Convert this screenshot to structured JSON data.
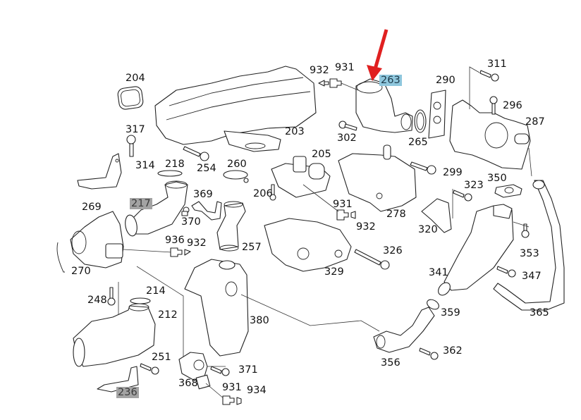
{
  "diagram": {
    "title": "EGR / intake exploded parts diagram",
    "highlight_colors": {
      "selected": "#8fc7dd",
      "marked": "#a3a3a3",
      "arrow": "#e02020"
    },
    "pointer": {
      "target_part": "263",
      "color": "#e02020"
    },
    "labels": {
      "p204": "204",
      "p203": "203",
      "p932a": "932",
      "p931a": "931",
      "p263": "263",
      "p290": "290",
      "p311": "311",
      "p296": "296",
      "p287": "287",
      "p302": "302",
      "p265": "265",
      "p317": "317",
      "p314": "314",
      "p218": "218",
      "p254": "254",
      "p260": "260",
      "p205": "205",
      "p299": "299",
      "p350": "350",
      "p323": "323",
      "p206": "206",
      "p269": "269",
      "p217": "217",
      "p369": "369",
      "p370": "370",
      "p931b": "931",
      "p932b": "932",
      "p278": "278",
      "p320": "320",
      "p353": "353",
      "p257": "257",
      "p936": "936",
      "p932c": "932",
      "p326": "326",
      "p270": "270",
      "p329": "329",
      "p341": "341",
      "p347": "347",
      "p248": "248",
      "p214": "214",
      "p212": "212",
      "p380": "380",
      "p359": "359",
      "p365": "365",
      "p251": "251",
      "p362": "362",
      "p356": "356",
      "p236": "236",
      "p368": "368",
      "p371": "371",
      "p931c": "931",
      "p934": "934"
    }
  }
}
